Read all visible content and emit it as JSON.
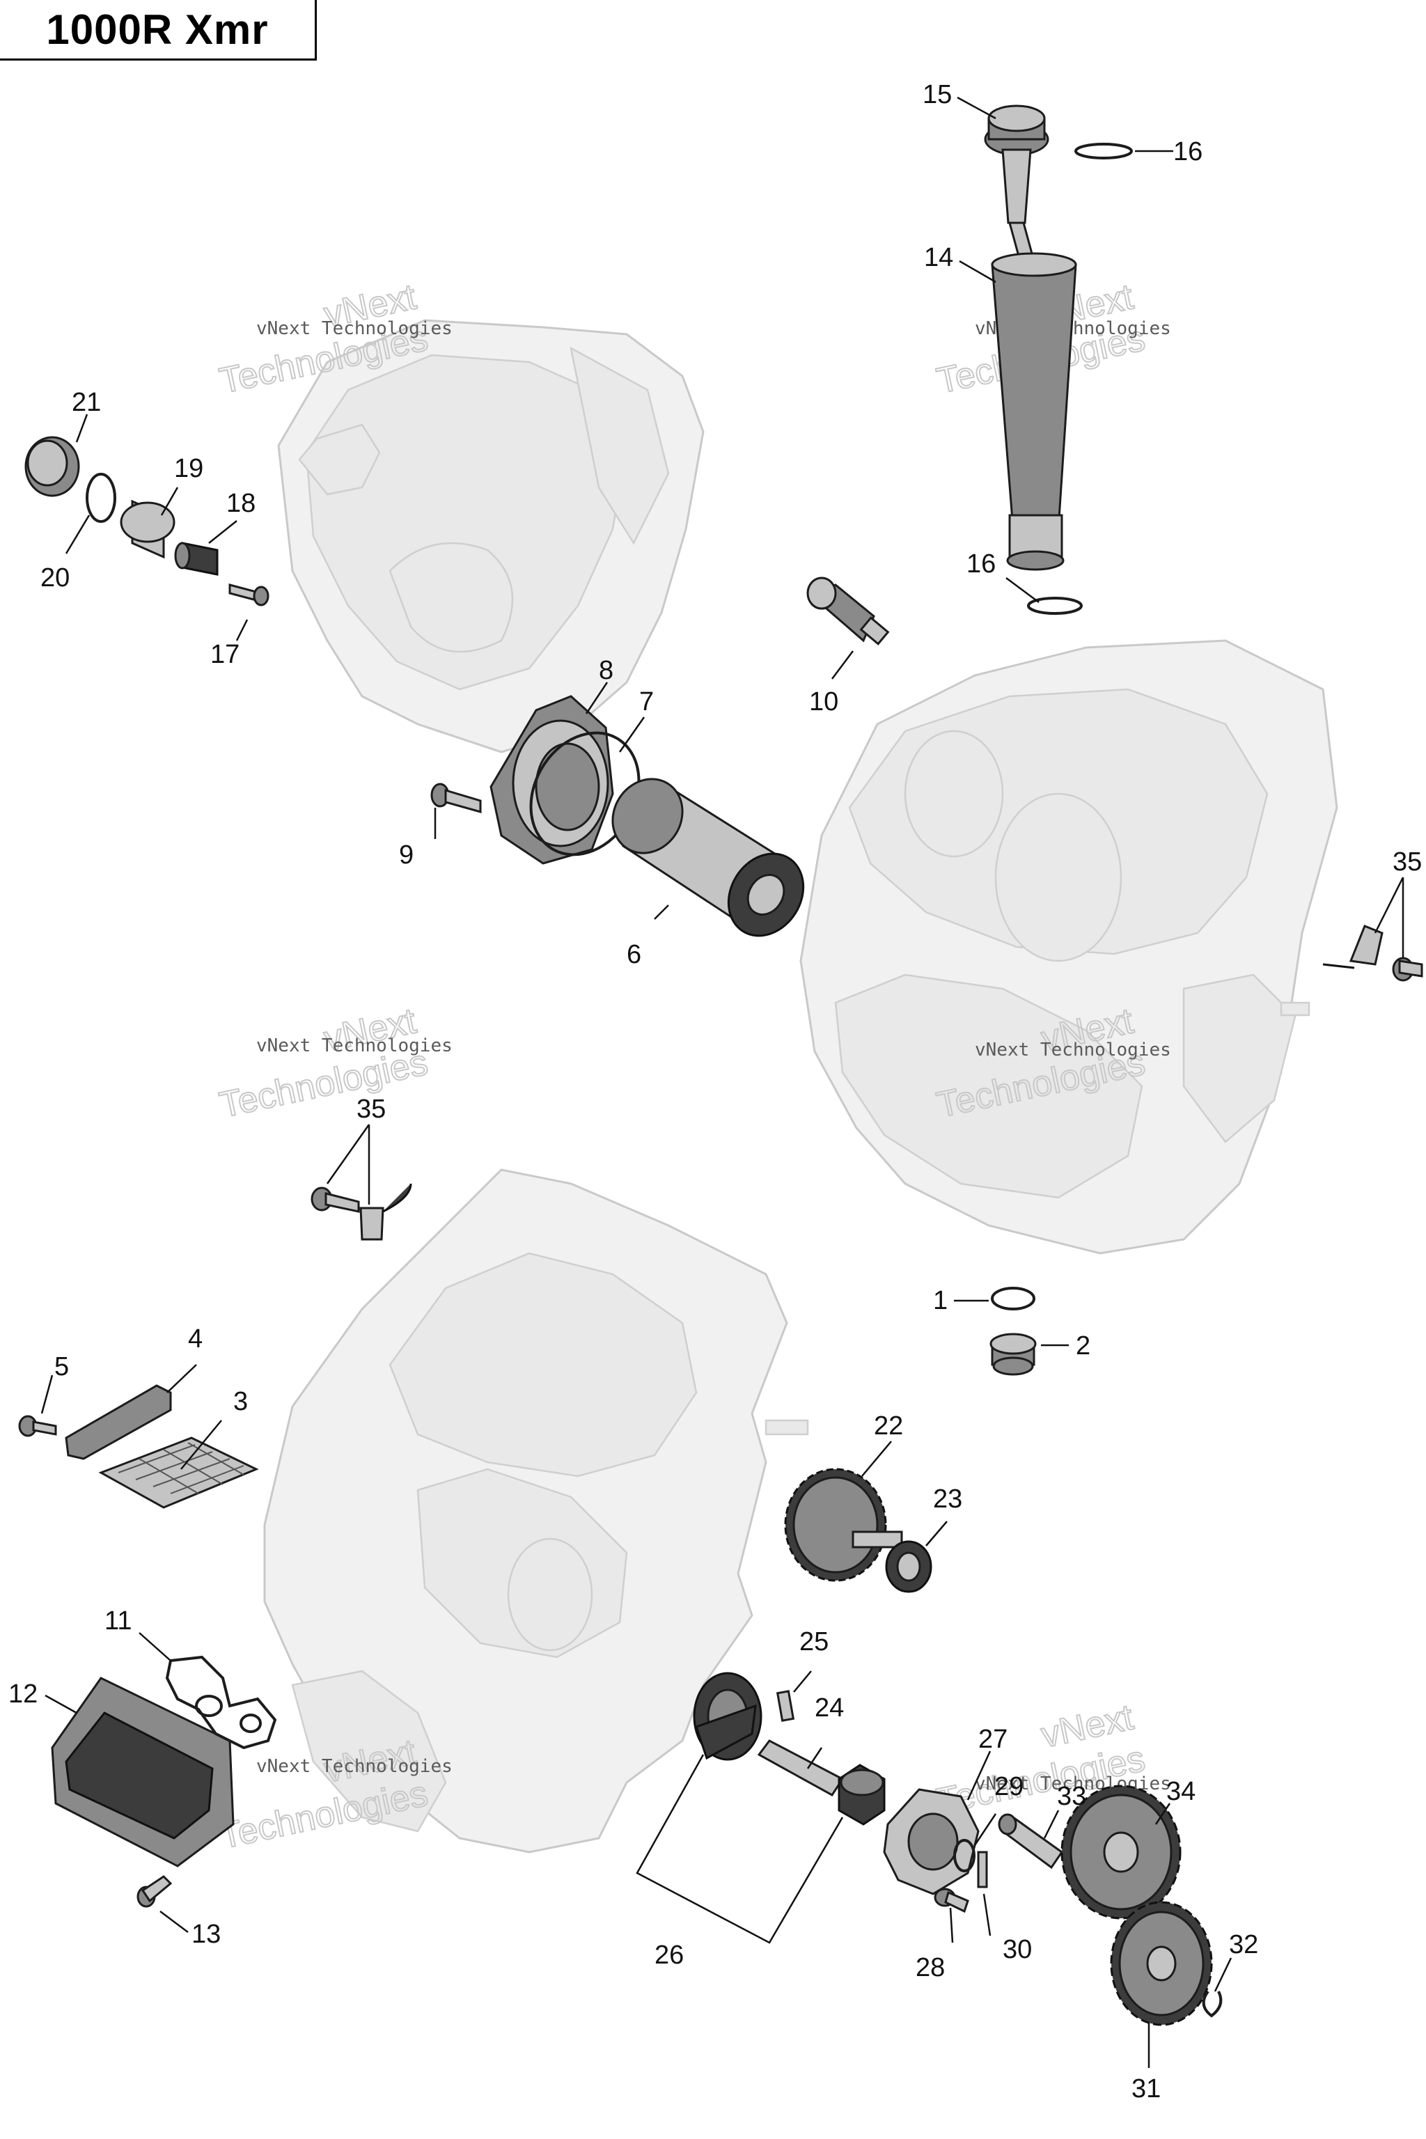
{
  "title": "1000R Xmr",
  "watermark": {
    "line1": "vNext Technologies",
    "line2": "vNext",
    "line3": "Technologies"
  },
  "callouts": [
    {
      "id": "1",
      "label": "1"
    },
    {
      "id": "2",
      "label": "2"
    },
    {
      "id": "3",
      "label": "3"
    },
    {
      "id": "4",
      "label": "4"
    },
    {
      "id": "5",
      "label": "5"
    },
    {
      "id": "6",
      "label": "6"
    },
    {
      "id": "7",
      "label": "7"
    },
    {
      "id": "8",
      "label": "8"
    },
    {
      "id": "9",
      "label": "9"
    },
    {
      "id": "10",
      "label": "10"
    },
    {
      "id": "11",
      "label": "11"
    },
    {
      "id": "12",
      "label": "12"
    },
    {
      "id": "13",
      "label": "13"
    },
    {
      "id": "14",
      "label": "14"
    },
    {
      "id": "15",
      "label": "15"
    },
    {
      "id": "16a",
      "label": "16"
    },
    {
      "id": "16b",
      "label": "16"
    },
    {
      "id": "17",
      "label": "17"
    },
    {
      "id": "18",
      "label": "18"
    },
    {
      "id": "19",
      "label": "19"
    },
    {
      "id": "20",
      "label": "20"
    },
    {
      "id": "21",
      "label": "21"
    },
    {
      "id": "22",
      "label": "22"
    },
    {
      "id": "23",
      "label": "23"
    },
    {
      "id": "24",
      "label": "24"
    },
    {
      "id": "25",
      "label": "25"
    },
    {
      "id": "26",
      "label": "26"
    },
    {
      "id": "27",
      "label": "27"
    },
    {
      "id": "28",
      "label": "28"
    },
    {
      "id": "29",
      "label": "29"
    },
    {
      "id": "30",
      "label": "30"
    },
    {
      "id": "31",
      "label": "31"
    },
    {
      "id": "32",
      "label": "32"
    },
    {
      "id": "33",
      "label": "33"
    },
    {
      "id": "34",
      "label": "34"
    },
    {
      "id": "35a",
      "label": "35"
    },
    {
      "id": "35b",
      "label": "35"
    }
  ]
}
